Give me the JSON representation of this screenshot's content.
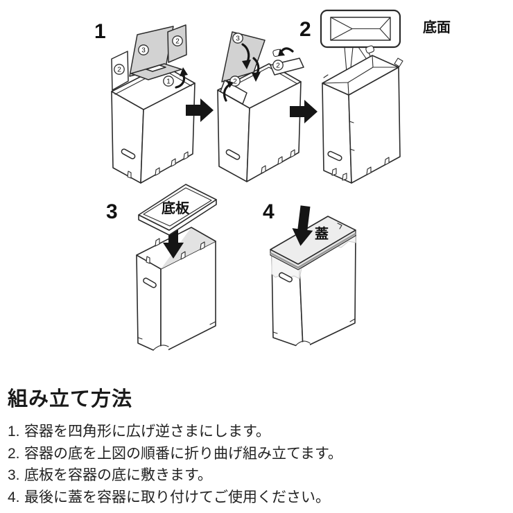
{
  "diagram": {
    "steps": {
      "s1": "1",
      "s2": "2",
      "s3": "3",
      "s4": "4"
    },
    "labels": {
      "bottom_face": "底面",
      "bottom_plate": "底板",
      "lid": "蓋"
    },
    "circled": {
      "c1": "1",
      "c2": "2",
      "c3": "3"
    },
    "icons": {
      "step_transition": "black-right-arrow",
      "insert_direction": "black-down-arrow",
      "fold_direction": "curved-fold-arrow"
    },
    "colors": {
      "line": "#2b2b2b",
      "flap_gray": "#d2d2d2",
      "lid_gray": "#ededed",
      "lid_rim_gray": "#9a9a9a",
      "bag_gray": "#f5f5f5",
      "interior_gray": "#e2e2e2",
      "arrow_black": "#151515",
      "background": "#ffffff"
    }
  },
  "instructions": {
    "title": "組み立て方法",
    "items": [
      {
        "num": "1.",
        "text": "容器を四角形に広げ逆さまにします。"
      },
      {
        "num": "2.",
        "text": "容器の底を上図の順番に折り曲げ組み立てます。"
      },
      {
        "num": "3.",
        "text": "底板を容器の底に敷きます。"
      },
      {
        "num": "4.",
        "text": "最後に蓋を容器に取り付けてご使用ください。"
      }
    ]
  }
}
